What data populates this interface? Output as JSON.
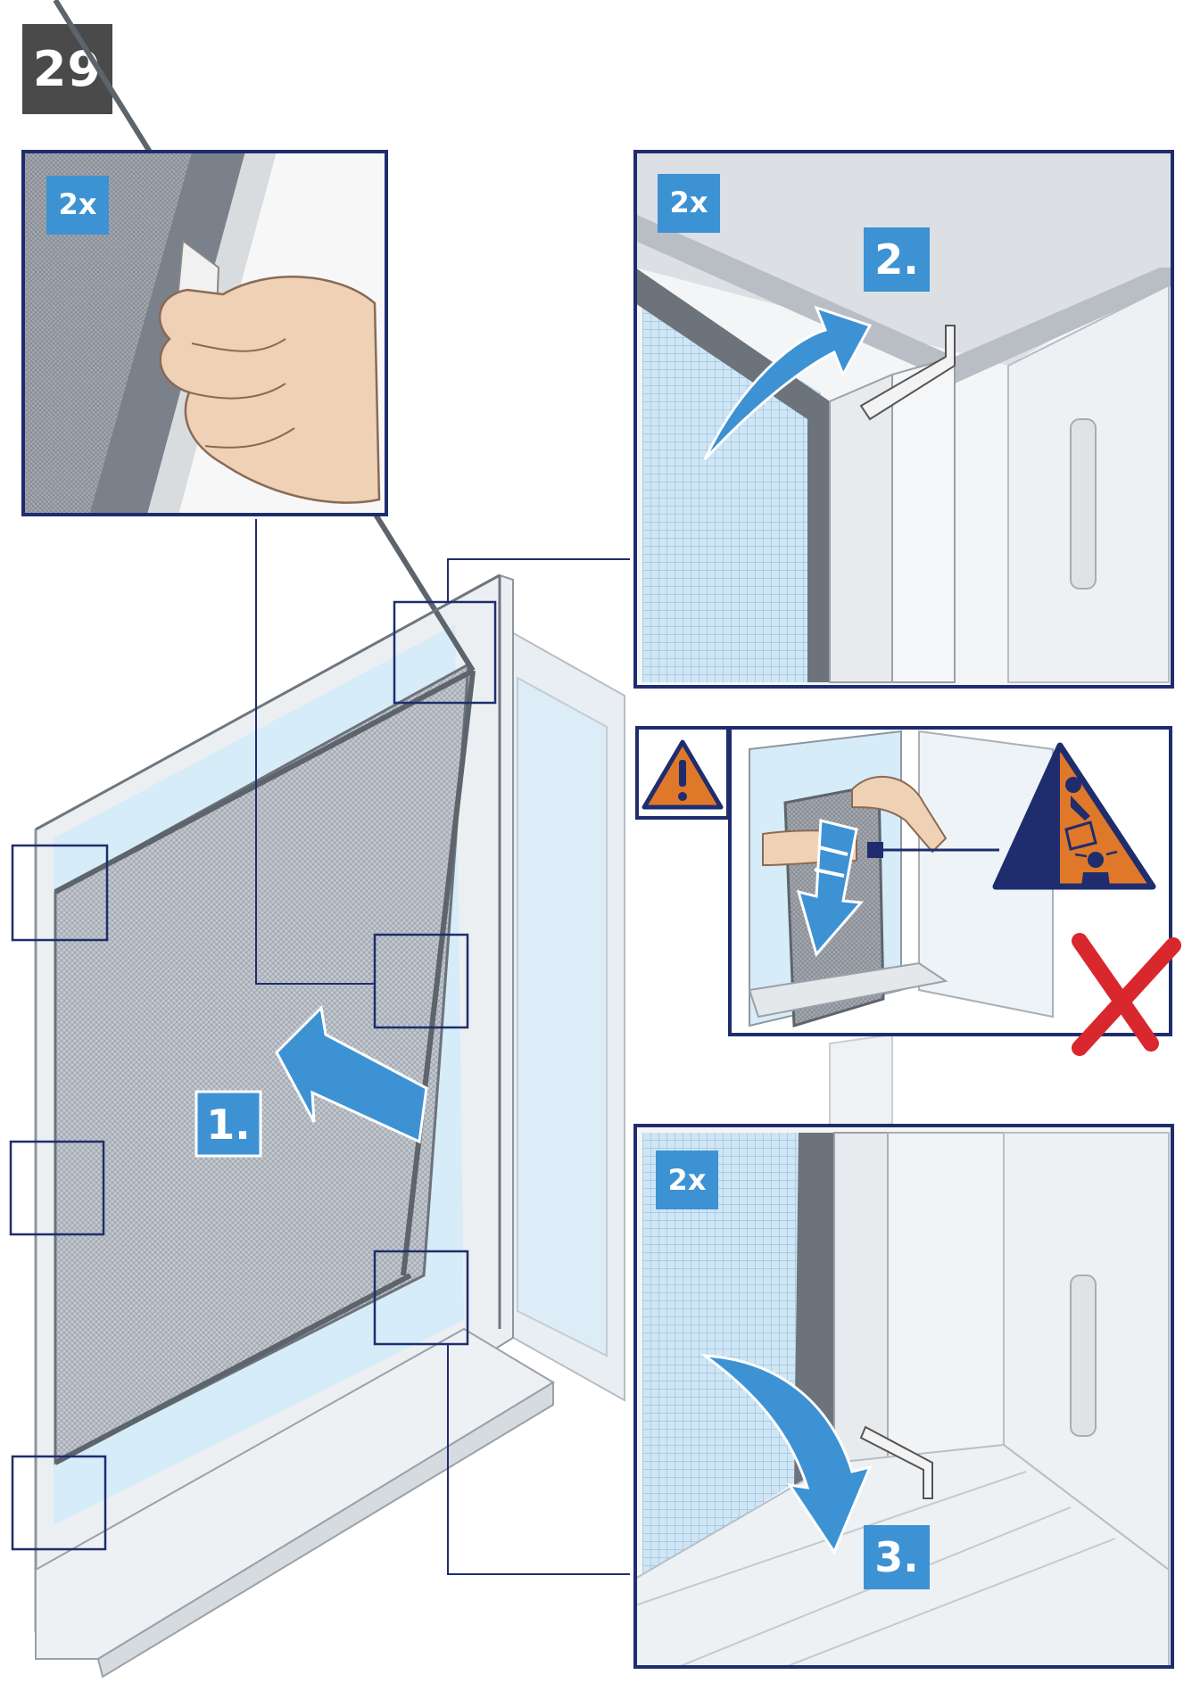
{
  "step_number": "29",
  "labels": {
    "repeat_top_left": "2x",
    "repeat_top_right": "2x",
    "repeat_bottom_right": "2x",
    "step_1": "1.",
    "step_2": "2.",
    "step_3": "3."
  },
  "icons": [
    "hand-pull-tab-icon",
    "warning-icon",
    "falling-object-hazard-icon",
    "wrong-x-icon",
    "arrow-up-curved-icon",
    "arrow-down-curved-icon",
    "arrow-left-icon",
    "arrow-down-striped-icon"
  ],
  "colors": {
    "frame_blue": "#1f2d6e",
    "accent_blue": "#3d92d4",
    "warning_orange": "#e0782a",
    "error_red": "#d8282d",
    "badge_gray": "#4a4a4a",
    "glass": "#d6ecf8",
    "mesh": "#b9c0c8"
  }
}
